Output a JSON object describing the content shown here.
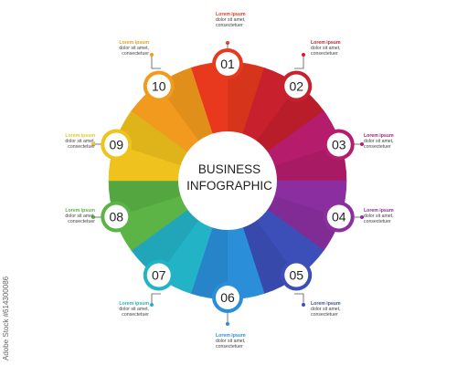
{
  "center": {
    "line1": "BUSINESS",
    "line2": "INFOGRAPHIC"
  },
  "steps": [
    {
      "number": "01",
      "title": "Lorem ipsum",
      "desc1": "dolor sit amet,",
      "desc2": "consectetuer",
      "color": "#e8391f"
    },
    {
      "number": "02",
      "title": "Lorem ipsum",
      "desc1": "dolor sit amet,",
      "desc2": "consectetuer",
      "color": "#c9202e"
    },
    {
      "number": "03",
      "title": "Lorem ipsum",
      "desc1": "dolor sit amet,",
      "desc2": "consectetuer",
      "color": "#b51d6c"
    },
    {
      "number": "04",
      "title": "Lorem ipsum",
      "desc1": "dolor sit amet,",
      "desc2": "consectetuer",
      "color": "#8b2fa0"
    },
    {
      "number": "05",
      "title": "Lorem ipsum",
      "desc1": "dolor sit amet,",
      "desc2": "consectetuer",
      "color": "#3c4fb8"
    },
    {
      "number": "06",
      "title": "Lorem ipsum",
      "desc1": "dolor sit amet,",
      "desc2": "consectetuer",
      "color": "#2a8fd8"
    },
    {
      "number": "07",
      "title": "Lorem ipsum",
      "desc1": "dolor sit amet,",
      "desc2": "consectetuer",
      "color": "#23b3c6"
    },
    {
      "number": "08",
      "title": "Lorem ipsum",
      "desc1": "dolor sit amet,",
      "desc2": "consectetuer",
      "color": "#5bb445"
    },
    {
      "number": "09",
      "title": "Lorem ipsum",
      "desc1": "dolor sit amet,",
      "desc2": "consectetuer",
      "color": "#f0c21e"
    },
    {
      "number": "10",
      "title": "Lorem ipsum",
      "desc1": "dolor sit amet,",
      "desc2": "consectetuer",
      "color": "#f29a1d"
    }
  ],
  "watermark": {
    "id": "#614300086",
    "brand": "Adobe Stock"
  }
}
